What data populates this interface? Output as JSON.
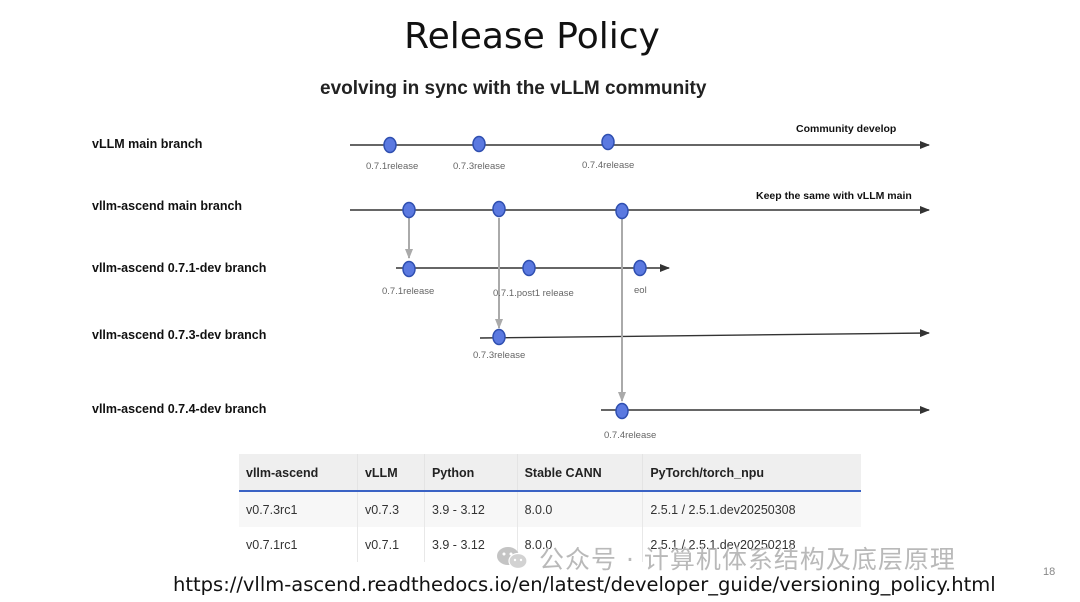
{
  "title": "Release Policy",
  "subtitle": "evolving in sync with the vLLM community",
  "branches": [
    {
      "label": "vLLM main branch",
      "annotation": "Community develop",
      "releases": [
        "0.7.1release",
        "0.7.3release",
        "0.7.4release"
      ]
    },
    {
      "label": "vllm-ascend main branch",
      "annotation": "Keep the same with vLLM main",
      "releases": []
    },
    {
      "label": "vllm-ascend 0.7.1-dev branch",
      "releases": [
        "0.7.1release",
        "0.7.1.post1 release",
        "eol"
      ]
    },
    {
      "label": "vllm-ascend 0.7.3-dev branch",
      "releases": [
        "0.7.3release"
      ]
    },
    {
      "label": "vllm-ascend 0.7.4-dev branch",
      "releases": [
        "0.7.4release"
      ]
    }
  ],
  "colors": {
    "node_fill": "#5b79e0",
    "node_stroke": "#2f4fb0",
    "line": "#333333",
    "connector": "#aaaaaa",
    "table_header_rule": "#3a62c4"
  },
  "table": {
    "headers": [
      "vllm-ascend",
      "vLLM",
      "Python",
      "Stable CANN",
      "PyTorch/torch_npu"
    ],
    "rows": [
      [
        "v0.7.3rc1",
        "v0.7.3",
        "3.9 - 3.12",
        "8.0.0",
        "2.5.1 / 2.5.1.dev20250308"
      ],
      [
        "v0.7.1rc1",
        "v0.7.1",
        "3.9 - 3.12",
        "8.0.0",
        "2.5.1 / 2.5.1.dev20250218"
      ]
    ]
  },
  "watermark": "公众号 · 计算机体系结构及底层原理",
  "watermark_icon": "wechat-icon",
  "url": "https://vllm-ascend.readthedocs.io/en/latest/developer_guide/versioning_policy.html",
  "page_number": "18"
}
